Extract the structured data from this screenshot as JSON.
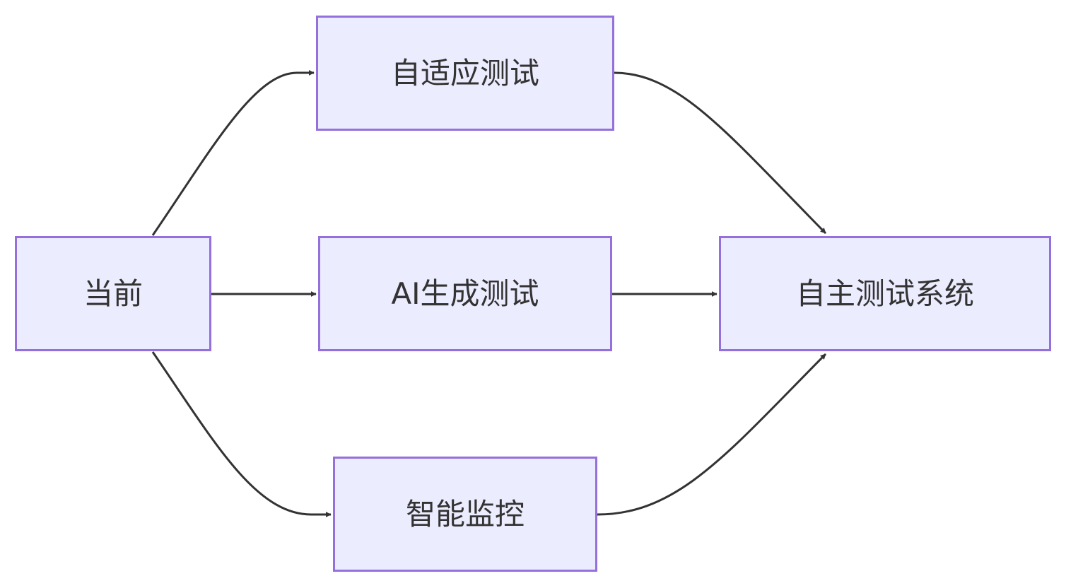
{
  "diagram": {
    "direction": "LR",
    "colors": {
      "node_fill": "#ececff",
      "node_border": "#9370db",
      "edge": "#333333",
      "text": "#333333"
    },
    "nodes": {
      "current": {
        "label": "当前"
      },
      "adaptive": {
        "label": "自适应测试"
      },
      "ai_generated": {
        "label": "AI生成测试"
      },
      "monitoring": {
        "label": "智能监控"
      },
      "autonomous": {
        "label": "自主测试系统"
      }
    },
    "edges": [
      {
        "from": "当前",
        "to": "自适应测试"
      },
      {
        "from": "当前",
        "to": "AI生成测试"
      },
      {
        "from": "当前",
        "to": "智能监控"
      },
      {
        "from": "自适应测试",
        "to": "自主测试系统"
      },
      {
        "from": "AI生成测试",
        "to": "自主测试系统"
      },
      {
        "from": "智能监控",
        "to": "自主测试系统"
      }
    ]
  }
}
